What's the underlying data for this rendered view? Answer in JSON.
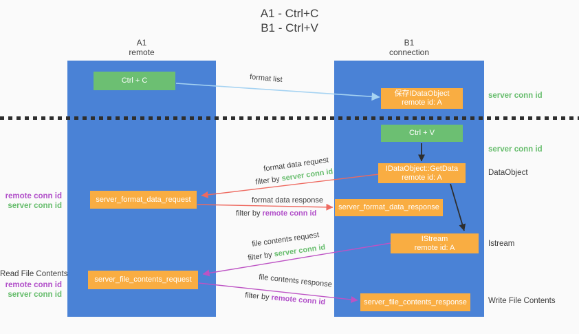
{
  "colors": {
    "bg": "#fafafa",
    "lane_blue": "#4a82d6",
    "green_box": "#6cbf72",
    "orange_box": "#f9ad42",
    "box_text": "#ffffff",
    "arrow_blue": "#a6d3f2",
    "arrow_red": "#ee6a60",
    "arrow_purple": "#bd53c4",
    "arrow_black": "#2e2e2e",
    "text_dark": "#3d3d3d",
    "text_green": "#67bd6d",
    "text_purple": "#b14fc9"
  },
  "title": {
    "line1": "A1 - Ctrl+C",
    "line2": "B1 - Ctrl+V"
  },
  "lanes": {
    "a1": {
      "name": "A1",
      "subtitle": "remote"
    },
    "b1": {
      "name": "B1",
      "subtitle": "connection"
    }
  },
  "nodes": {
    "ctrl_c": {
      "label": "Ctrl + C"
    },
    "ctrl_v": {
      "label": "Ctrl + V"
    },
    "save_dataobject": {
      "line1": "保存IDataObject",
      "line2": "remote id: A"
    },
    "getdata": {
      "line1": "IDataObject::GetData",
      "line2": "remote id: A"
    },
    "istream": {
      "line1": "IStream",
      "line2": "remote id: A"
    },
    "format_request": {
      "label": "server_format_data_request"
    },
    "format_response": {
      "label": "server_format_data_response"
    },
    "file_request": {
      "label": "server_file_contents_request"
    },
    "file_response": {
      "label": "server_file_contents_response"
    }
  },
  "arrow_labels": {
    "format_list": "format list",
    "format_data_request": "format data request",
    "format_data_response": "format data response",
    "file_contents_request": "file contents request",
    "file_contents_response": "file contents response",
    "filter_by": "filter by",
    "server_conn_id": "server conn id",
    "remote_conn_id": "remote conn id"
  },
  "annotations": {
    "right": [
      {
        "text": "server conn id"
      },
      {
        "text": "server conn id"
      },
      {
        "text": "DataObject"
      },
      {
        "text": "Istream"
      },
      {
        "text": "Write File Contents"
      }
    ],
    "left": [
      {
        "text": "remote conn id"
      },
      {
        "text": "server conn id"
      },
      {
        "text": "Read File Contents"
      },
      {
        "text": "remote conn id"
      },
      {
        "text": "server conn id"
      }
    ]
  }
}
